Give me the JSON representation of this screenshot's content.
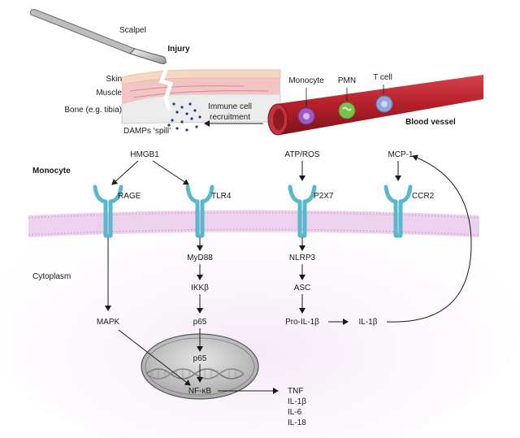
{
  "injury": {
    "scalpel": "Scalpel",
    "injury": "Injury",
    "skin": "Skin",
    "muscle": "Muscle",
    "bone": "Bone (e.g. tibia)",
    "damps": "DAMPs ‘spill’",
    "recruitment_line1": "Immune cell",
    "recruitment_line2": "recruitment"
  },
  "vessel": {
    "monocyte": "Monocyte",
    "pmn": "PMN",
    "tcell": "T cell",
    "label": "Blood vessel"
  },
  "cell": {
    "monocyte": "Monocyte",
    "cytoplasm": "Cytoplasm"
  },
  "ligands": {
    "hmgb1": "HMGB1",
    "atp_ros": "ATP/ROS",
    "mcp1": "MCP-1"
  },
  "receptors": {
    "rage": "RAGE",
    "tlr4": "TLR4",
    "p2x7": "P2X7",
    "ccr2": "CCR2"
  },
  "pathway": {
    "myd88": "MyD88",
    "ikkb": "IKKβ",
    "p65": "p65",
    "p65_nuclear": "p65",
    "nfkb": "NF-κB",
    "mapk": "MAPK",
    "nlrp3": "NLRP3",
    "asc": "ASC",
    "pro_il1b": "Pro-IL-1β",
    "il1b": "IL-1β"
  },
  "outputs": [
    "TNF",
    "IL-1β",
    "IL-6",
    "IL-18"
  ],
  "colors": {
    "receptor": "#5bb7cc",
    "membrane": "#e8cbe8",
    "cytoplasm": "#f3e3f5",
    "vessel": "#b3202a",
    "monocyte_cell": "#9a5cc0",
    "pmn_cell": "#7ec24e",
    "tcell_cell": "#8fa6d8",
    "nucleus": "#c8c8c8"
  }
}
